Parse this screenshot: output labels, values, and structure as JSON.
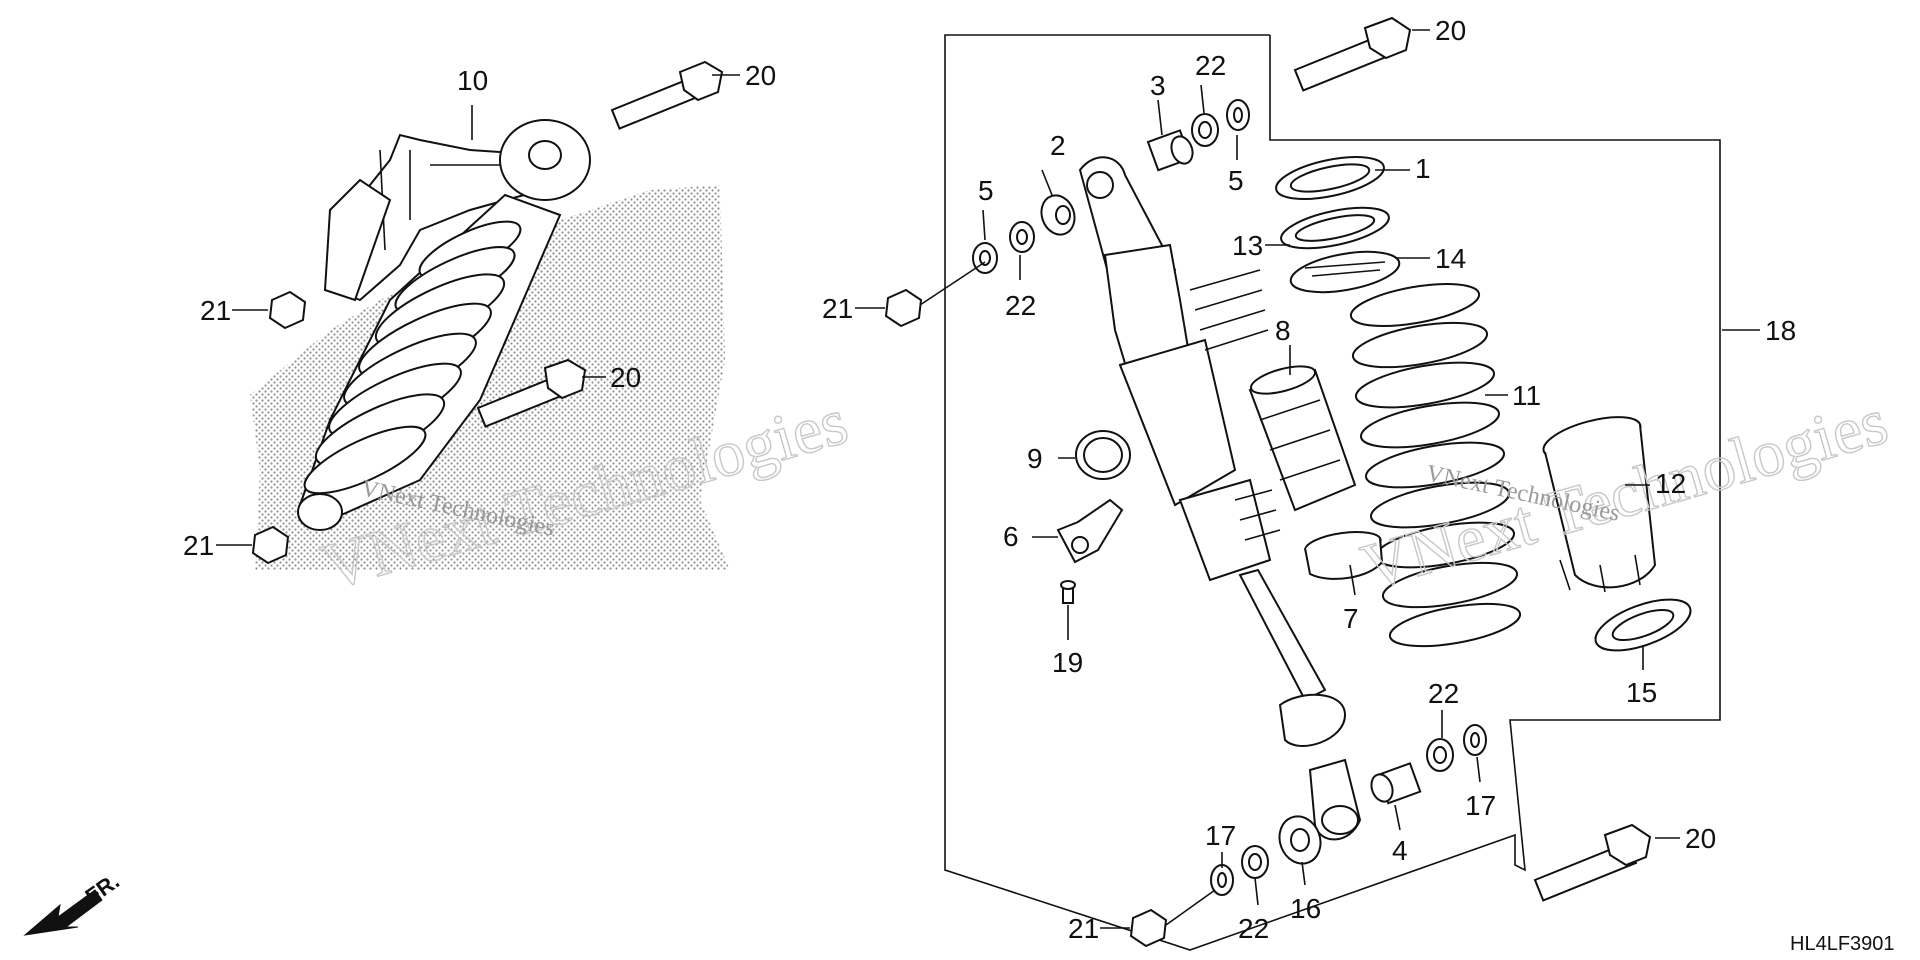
{
  "labels": {
    "p1": "1",
    "p2": "2",
    "p3": "3",
    "p4": "4",
    "p5a": "5",
    "p5b": "5",
    "p6": "6",
    "p7": "7",
    "p8": "8",
    "p9": "9",
    "p10": "10",
    "p11": "11",
    "p12": "12",
    "p13": "13",
    "p14": "14",
    "p15": "15",
    "p16": "16",
    "p17a": "17",
    "p17b": "17",
    "p18": "18",
    "p19": "19",
    "p20a": "20",
    "p20b": "20",
    "p20c": "20",
    "p20d": "20",
    "p21a": "21",
    "p21b": "21",
    "p21c": "21",
    "p21d": "21",
    "p22a": "22",
    "p22b": "22",
    "p22c": "22",
    "p22d": "22"
  },
  "diagram_code": "HL4LF3901",
  "front_indicator": "FR.",
  "watermarks": {
    "brand_big": "VNext Technologies",
    "brand_small": "VNext Technologies",
    "brand_big_right": "VNext Technologies",
    "brand_small_right": "VNext Technologies"
  },
  "colors": {
    "ink": "#111111",
    "watermark": "#c8c8c8",
    "background": "#ffffff"
  }
}
